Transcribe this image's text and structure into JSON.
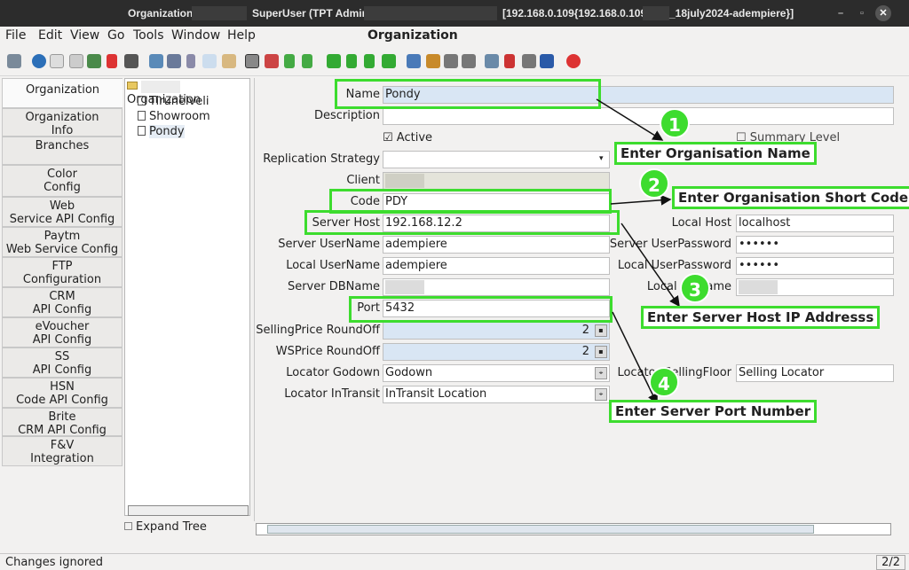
{
  "window": {
    "title_left": "Organization",
    "title_mid": "SuperUser (TPT Admin) @",
    "title_right": "[192.168.0.109{192.168.0.109-",
    "title_right2": "_18july2024-adempiere}]"
  },
  "menu": {
    "items": [
      "File",
      "Edit",
      "View",
      "Go",
      "Tools",
      "Window",
      "Help"
    ],
    "window_title": "Organization"
  },
  "tabs": [
    {
      "label": "Organization"
    },
    {
      "label": "Organization\nInfo"
    },
    {
      "label": "Branches"
    },
    {
      "label": "Color\nConfig"
    },
    {
      "label": "Web\nService API Config"
    },
    {
      "label": "Paytm\nWeb Service Config"
    },
    {
      "label": "FTP\nConfiguration"
    },
    {
      "label": "CRM\nAPI Config"
    },
    {
      "label": "eVoucher\nAPI Config"
    },
    {
      "label": "SS\nAPI Config"
    },
    {
      "label": "HSN\nCode API Config"
    },
    {
      "label": "Brite\nCRM API Config"
    },
    {
      "label": "F&V\nIntegration"
    }
  ],
  "tree": {
    "root": "Organization",
    "nodes": [
      "Tirunelveli",
      "Showroom",
      "Pondy"
    ],
    "expand_label": "Expand Tree"
  },
  "form": {
    "name_label": "Name",
    "name_value": "Pondy",
    "description_label": "Description",
    "description_value": "",
    "active_label": "Active",
    "summary_label": "Summary Level",
    "replication_label": "Replication Strategy",
    "replication_value": "",
    "client_label": "Client",
    "code_label": "Code",
    "code_value": "PDY",
    "server_host_label": "Server Host",
    "server_host_value": "192.168.12.2",
    "local_host_label": "Local Host",
    "local_host_value": "localhost",
    "server_user_label": "Server UserName",
    "server_user_value": "adempiere",
    "server_pass_label": "Server UserPassword",
    "server_pass_value": "••••••",
    "local_user_label": "Local UserName",
    "local_user_value": "adempiere",
    "local_pass_label": "Local UserPassword",
    "local_pass_value": "••••••",
    "server_db_label": "Server DBName",
    "local_db_label": "Local DBName",
    "port_label": "Port",
    "port_value": "5432",
    "selling_roundoff_label": "SellingPrice RoundOff",
    "selling_roundoff_value": "2",
    "ws_roundoff_label": "WSPrice RoundOff",
    "ws_roundoff_value": "2",
    "locator_godown_label": "Locator Godown",
    "locator_godown_value": "Godown",
    "locator_selling_label": "Locator SellingFloor",
    "locator_selling_value": "Selling Locator",
    "locator_transit_label": "Locator InTransit",
    "locator_transit_value": "InTransit Location"
  },
  "annotations": {
    "c1": "Enter Organisation Name",
    "c2": "Enter Organisation Short Code",
    "c3": "Enter Server Host IP Addresss",
    "c4": "Enter Server Port Number",
    "n1": "1",
    "n2": "2",
    "n3": "3",
    "n4": "4",
    "accent": "#3ddc2e"
  },
  "status": {
    "text": "Changes ignored",
    "page": "2/2"
  }
}
